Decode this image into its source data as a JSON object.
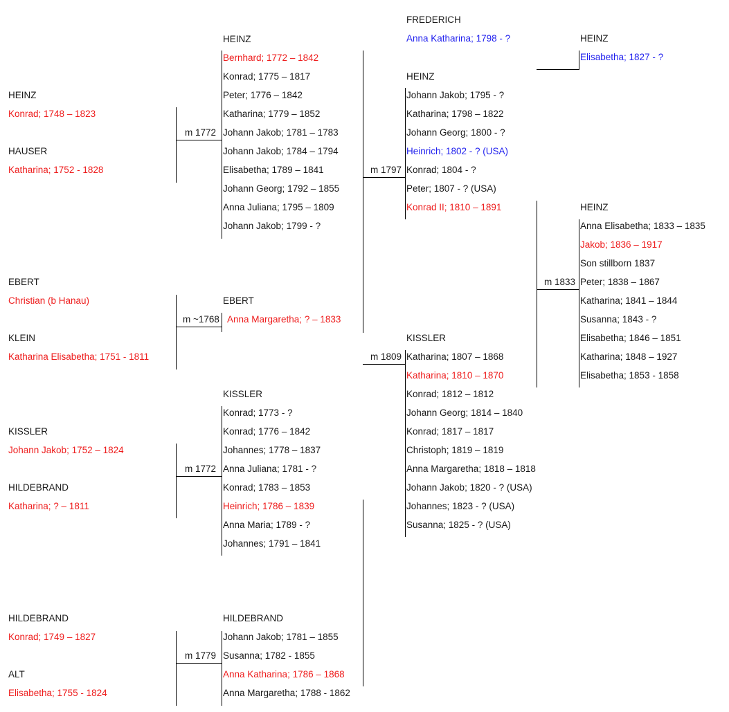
{
  "ancestors": {
    "heinz_surname": "HEINZ",
    "heinz_konrad": "Konrad; 1748 – 1823",
    "hauser_surname": "HAUSER",
    "hauser_katharina": "Katharina; 1752 - 1828",
    "ebert_surname": "EBERT",
    "ebert_christian": "Christian (b Hanau)",
    "klein_surname": "KLEIN",
    "klein_katharina": "Katharina Elisabetha; 1751 - 1811",
    "kissler_surname": "KISSLER",
    "kissler_johann": "Johann Jakob; 1752 – 1824",
    "hildebrand1_surname": "HILDEBRAND",
    "hildebrand1_katharina": "Katharina; ? – 1811",
    "hildebrand2_surname": "HILDEBRAND",
    "hildebrand2_konrad": "Konrad; 1749 – 1827",
    "alt_surname": "ALT",
    "alt_elisabetha": "Elisabetha; 1755 - 1824"
  },
  "marriages": {
    "heinz_hauser": "m 1772",
    "ebert_klein": "m ~1768",
    "kissler_hildebrand": "m 1772",
    "hildebrand_alt": "m 1779",
    "bernhard_margaretha": "m 1797",
    "heinrich_anna": "m 1809",
    "konrad2_katharina": "m 1833"
  },
  "children_heinz": {
    "surname": "HEINZ",
    "items": [
      "Bernhard; 1772 – 1842",
      "Konrad; 1775 – 1817",
      "Peter; 1776 – 1842",
      "Katharina; 1779 – 1852",
      "Johann Jakob; 1781 – 1783",
      "Johann Jakob; 1784 – 1794",
      "Elisabetha; 1789 – 1841",
      "Johann Georg; 1792 – 1855",
      "Anna Juliana; 1795 – 1809",
      "Johann Jakob; 1799 - ?"
    ]
  },
  "children_ebert": {
    "surname": "EBERT",
    "items": [
      "Anna Margaretha; ? – 1833"
    ]
  },
  "children_kissler": {
    "surname": "KISSLER",
    "items": [
      "Konrad; 1773 - ?",
      "Konrad; 1776 – 1842",
      "Johannes; 1778 – 1837",
      "Anna Juliana; 1781 - ?",
      "Konrad; 1783 – 1853",
      "Heinrich; 1786 – 1839",
      "Anna Maria; 1789 - ?",
      "Johannes; 1791 – 1841"
    ]
  },
  "children_hildebrand": {
    "surname": "HILDEBRAND",
    "items": [
      "Johann Jakob; 1781 – 1855",
      "Susanna; 1782 - 1855",
      "Anna Katharina; 1786 – 1868",
      "Anna Margaretha; 1788 - 1862"
    ]
  },
  "frederich": {
    "surname": "FREDERICH",
    "name": "Anna Katharina; 1798 - ?"
  },
  "gen3_heinz": {
    "surname": "HEINZ",
    "items": [
      "Johann Jakob; 1795 - ?",
      "Katharina; 1798 – 1822",
      "Johann Georg; 1800 - ?",
      "Heinrich; 1802 - ? (USA)",
      "Konrad; 1804 - ?",
      "Peter; 1807 - ? (USA)",
      "Konrad II; 1810 – 1891"
    ]
  },
  "gen3_kissler": {
    "surname": "KISSLER",
    "items": [
      "Katharina; 1807 – 1868",
      "Katharina; 1810 – 1870",
      "Konrad; 1812 – 1812",
      "Johann Georg; 1814 – 1840",
      "Konrad; 1817 – 1817",
      "Christoph; 1819 – 1819",
      "Anna Margaretha; 1818 – 1818",
      "Johann Jakob; 1820 - ? (USA)",
      "Johannes; 1823 - ? (USA)",
      "Susanna; 1825 - ? (USA)"
    ]
  },
  "gen4_heinz_top": {
    "surname": "HEINZ",
    "name": "Elisabetha; 1827 - ?"
  },
  "gen4_heinz": {
    "surname": "HEINZ",
    "items": [
      "Anna Elisabetha; 1833 – 1835",
      "Jakob; 1836 – 1917",
      "Son stillborn 1837",
      "Peter; 1838 – 1867",
      "Katharina; 1841 – 1844",
      "Susanna; 1843 - ?",
      "Elisabetha; 1846 – 1851",
      "Katharina; 1848 – 1927",
      "Elisabetha; 1853 - 1858"
    ]
  },
  "colors": {
    "direct_line": "#ee1c1c",
    "emigrant_or_other": "#1f1fee",
    "text": "#1a1a1a",
    "line": "#000000"
  }
}
